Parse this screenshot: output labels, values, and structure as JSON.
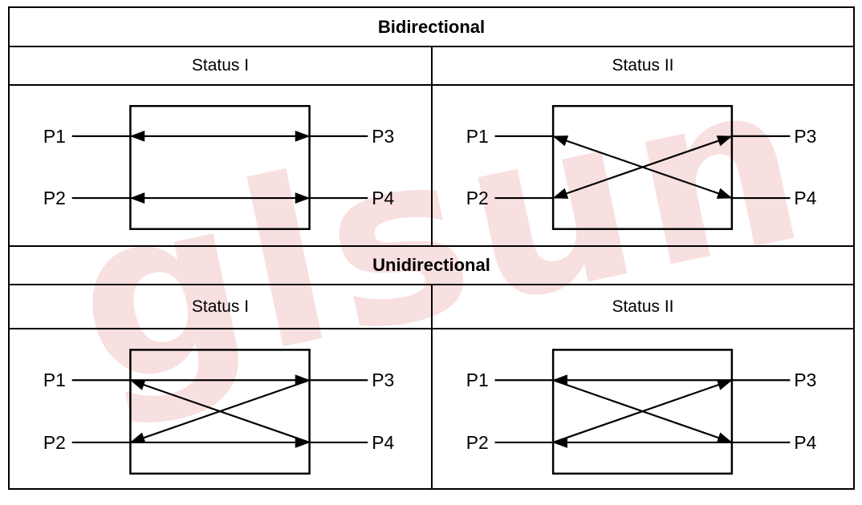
{
  "watermark": {
    "text": "glsun",
    "color": "#f0b4b6"
  },
  "colors": {
    "line": "#000000",
    "background": "#ffffff"
  },
  "sections": [
    {
      "title": "Bidirectional",
      "columns": [
        {
          "status": "Status I",
          "diagram": {
            "ports": {
              "P1": "P1",
              "P2": "P2",
              "P3": "P3",
              "P4": "P4"
            },
            "arrows": [
              {
                "from": "P1",
                "to": "P3",
                "double": true
              },
              {
                "from": "P2",
                "to": "P4",
                "double": true
              }
            ]
          }
        },
        {
          "status": "Status II",
          "diagram": {
            "ports": {
              "P1": "P1",
              "P2": "P2",
              "P3": "P3",
              "P4": "P4"
            },
            "arrows": [
              {
                "from": "P1",
                "to": "P4",
                "double": true
              },
              {
                "from": "P2",
                "to": "P3",
                "double": true
              }
            ]
          }
        }
      ]
    },
    {
      "title": "Unidirectional",
      "columns": [
        {
          "status": "Status I",
          "diagram": {
            "ports": {
              "P1": "P1",
              "P2": "P2",
              "P3": "P3",
              "P4": "P4"
            },
            "arrows": [
              {
                "from": "P1",
                "to": "P3",
                "double": false
              },
              {
                "from": "P2",
                "to": "P4",
                "double": false
              },
              {
                "from": "P3",
                "to": "P2",
                "double": false
              },
              {
                "from": "P4",
                "to": "P1",
                "double": false
              }
            ]
          }
        },
        {
          "status": "Status II",
          "diagram": {
            "ports": {
              "P1": "P1",
              "P2": "P2",
              "P3": "P3",
              "P4": "P4"
            },
            "arrows": [
              {
                "from": "P3",
                "to": "P1",
                "double": false
              },
              {
                "from": "P4",
                "to": "P2",
                "double": false
              },
              {
                "from": "P1",
                "to": "P4",
                "double": false
              },
              {
                "from": "P2",
                "to": "P3",
                "double": false
              }
            ]
          }
        }
      ]
    }
  ]
}
